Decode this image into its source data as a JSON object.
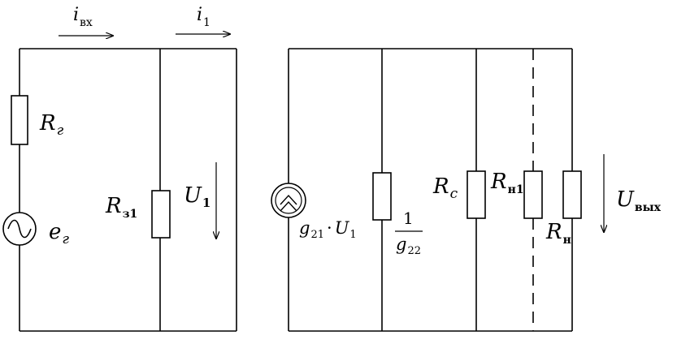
{
  "labels": {
    "i_in": {
      "main": "i",
      "sub": "вх"
    },
    "i_1": {
      "main": "i",
      "sub": "1"
    },
    "r_gen": {
      "main": "R",
      "sub": "г"
    },
    "e_gen": {
      "main": "e",
      "sub": "г"
    },
    "r_z1": {
      "main": "R",
      "sub": "з1"
    },
    "u_1": {
      "main": "U",
      "sub": "1"
    },
    "g_src": {
      "g": "g",
      "g_sub": "21",
      "dot": "·",
      "u": "U",
      "u_sub": "1"
    },
    "g22": {
      "num": "1",
      "den": "g",
      "den_sub": "22"
    },
    "r_c": {
      "main": "R",
      "sub": "с"
    },
    "r_n1": {
      "main": "R",
      "sub": "н1"
    },
    "r_n": {
      "main": "R",
      "sub": "н"
    },
    "u_out": {
      "main": "U",
      "sub": "вых"
    }
  }
}
